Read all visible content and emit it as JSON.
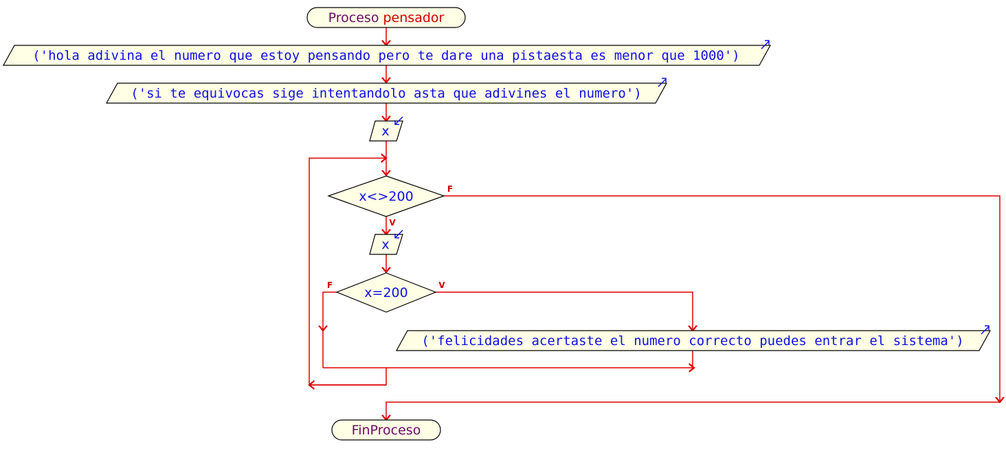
{
  "colors": {
    "line": "#e00000",
    "shape_fill": "#ffffe6",
    "shape_stroke": "#000000",
    "text_blue": "#1010e0",
    "text_purple": "#6a0a6a",
    "text_red": "#d00000",
    "io_arrow": "#1010e0"
  },
  "start": {
    "keyword": "Proceso",
    "name": "pensador"
  },
  "output1": {
    "text": "('hola adivina el numero que estoy pensando pero te dare una pistaesta es menor que 1000')"
  },
  "output2": {
    "text": "('si te equivocas sige intentandolo asta que adivines el numero')"
  },
  "input1": {
    "text": "x"
  },
  "while_cond": {
    "text": "x<>200",
    "true_flag": "V",
    "false_flag": "F"
  },
  "input2": {
    "text": "x"
  },
  "if_cond": {
    "text": "x=200",
    "true_flag": "V",
    "false_flag": "F"
  },
  "output3": {
    "text": "('felicidades acertaste el numero correcto puedes entrar el sistema')"
  },
  "end": {
    "text": "FinProceso"
  }
}
